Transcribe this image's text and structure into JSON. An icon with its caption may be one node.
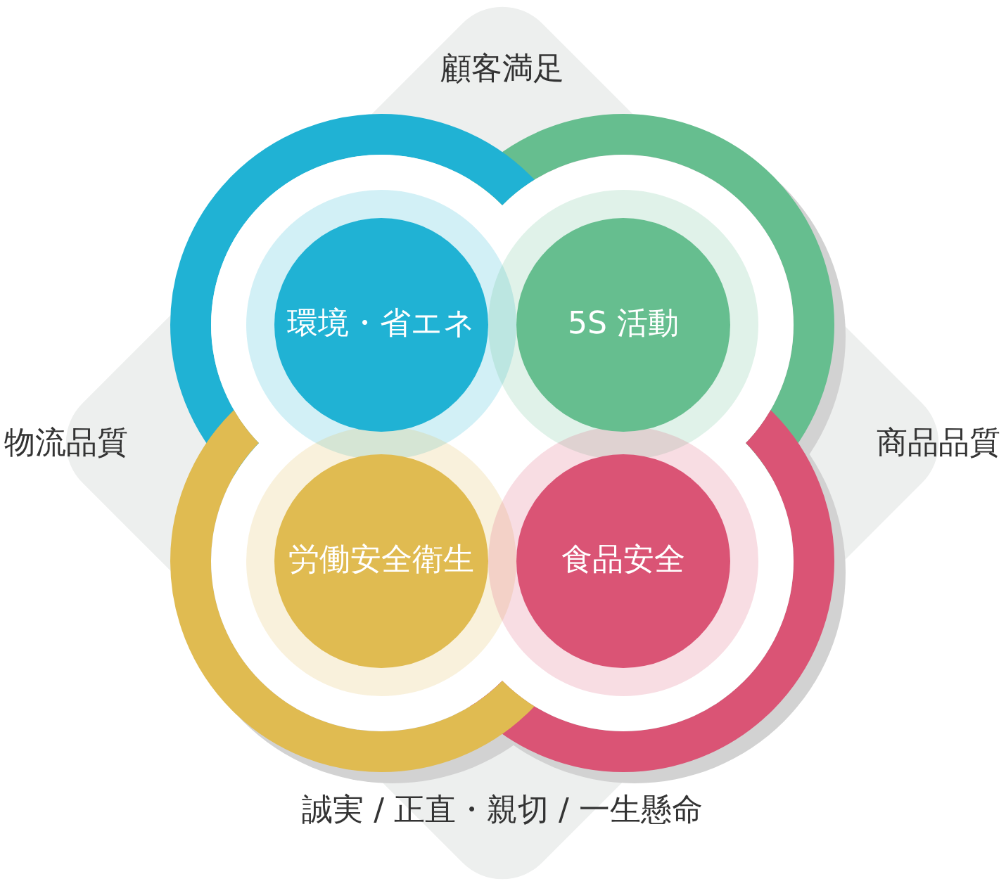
{
  "diagram": {
    "nodes": [
      {
        "text": [
          "環境・省エネ"
        ]
      },
      {
        "text": [
          "5S 活動"
        ]
      },
      {
        "text": [
          "労働安全衛生"
        ]
      },
      {
        "text": [
          "食品安全"
        ]
      }
    ],
    "labels": [
      "顧客満足",
      "物流品質",
      "商品品質",
      "誠実 / 正直・親切 / 一生懸命"
    ]
  }
}
